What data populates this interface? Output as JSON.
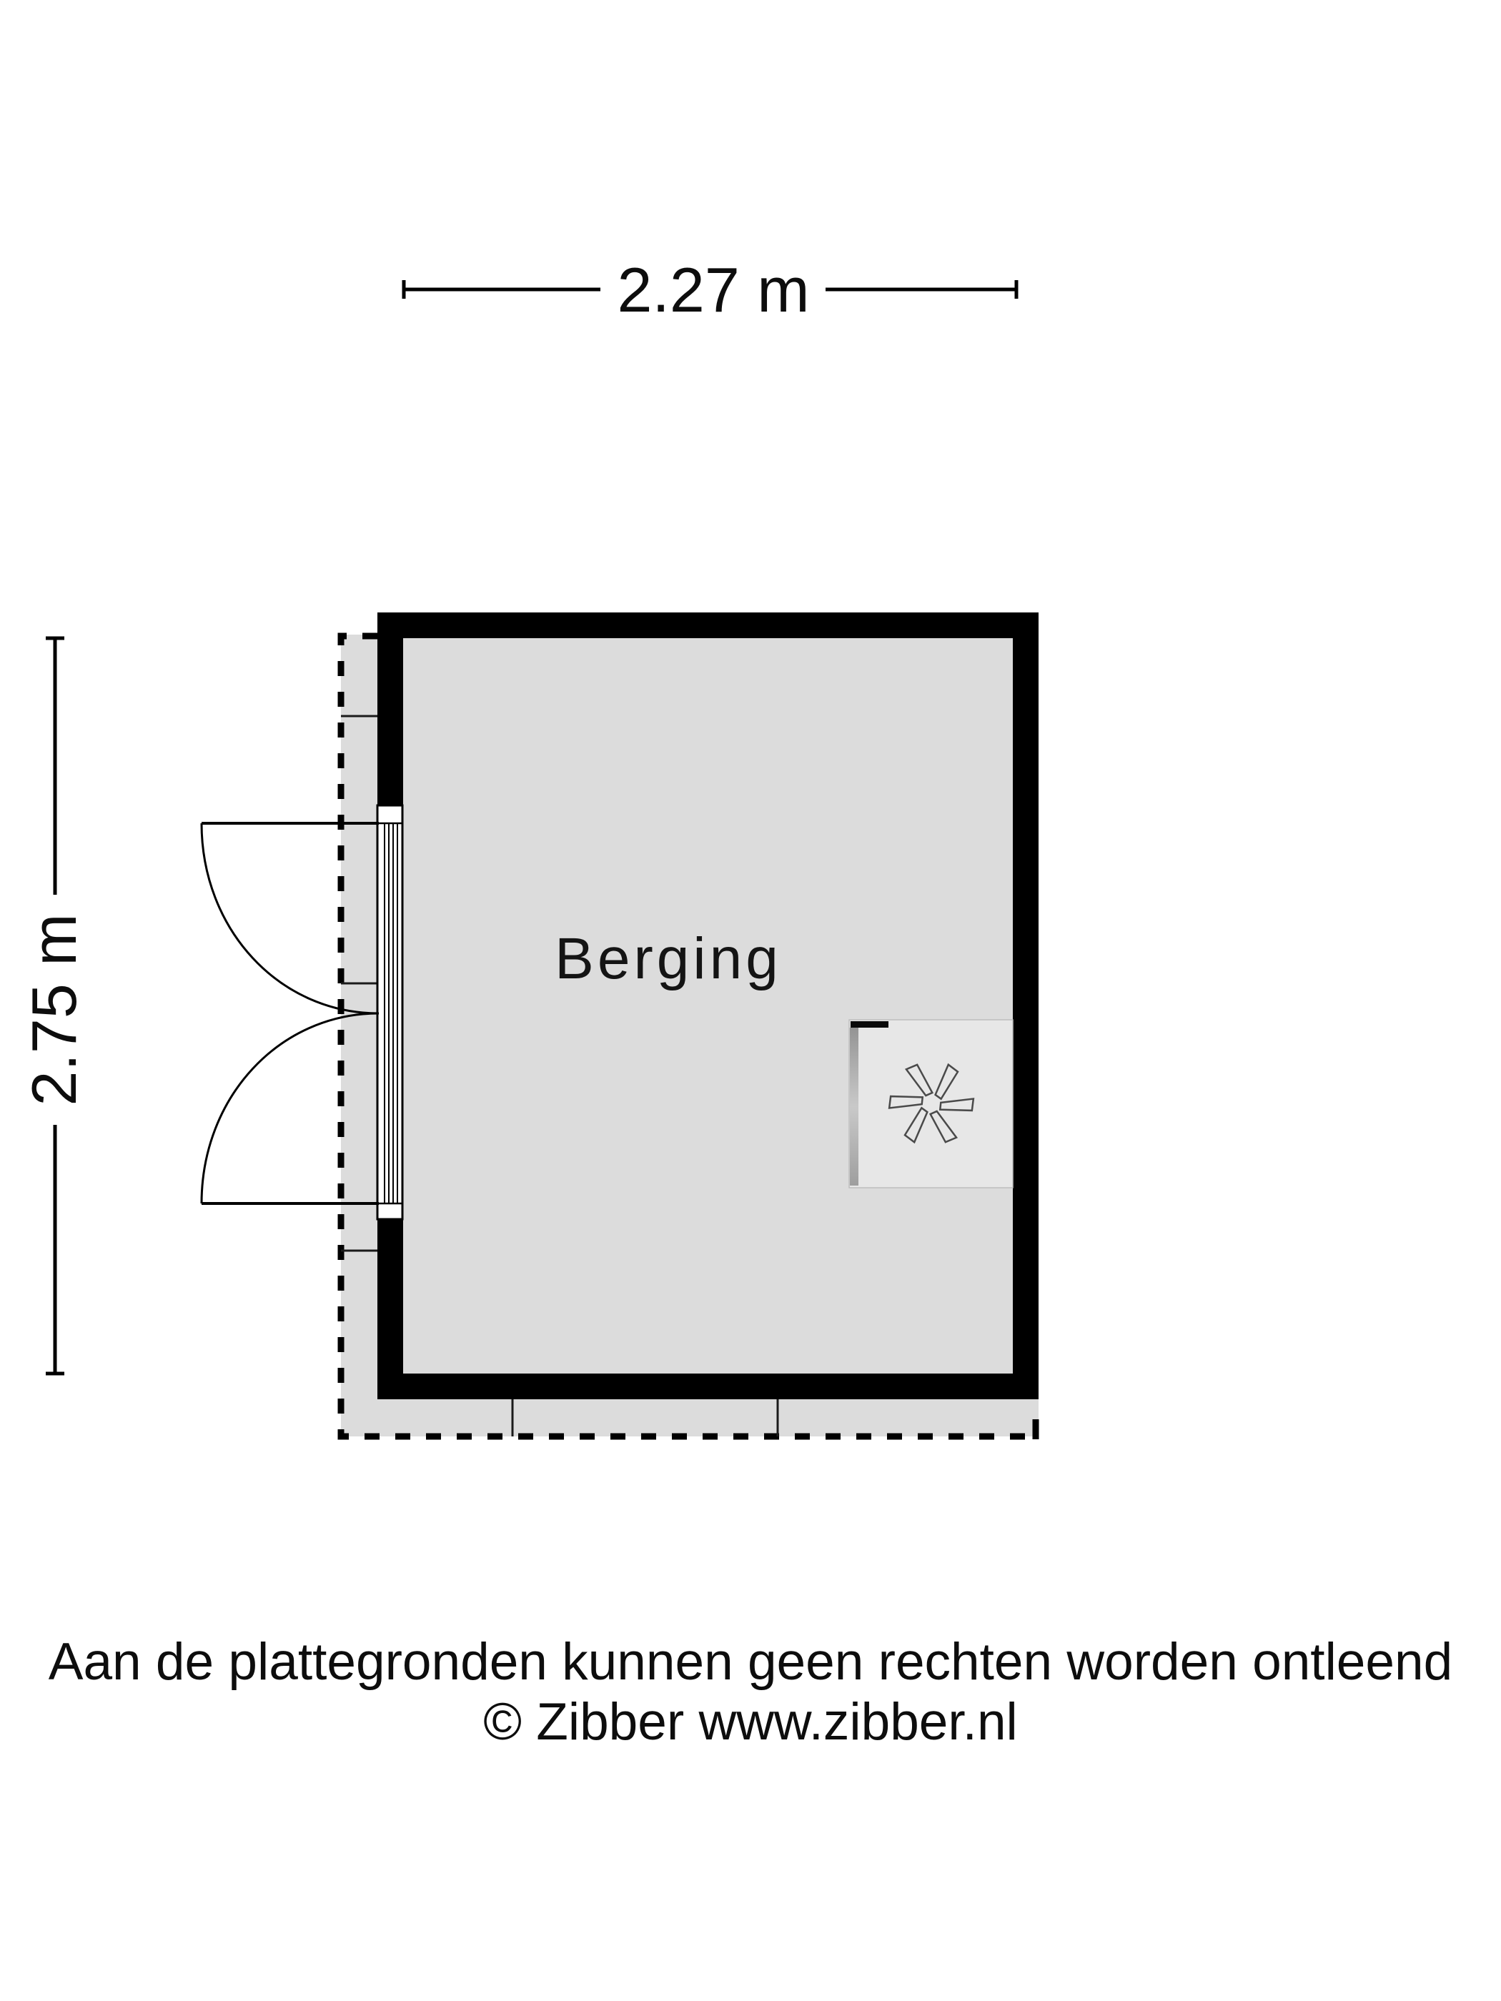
{
  "floorplan": {
    "room_label": "Berging",
    "width_dimension_label": "2.27 m",
    "height_dimension_label": "2.75 m"
  },
  "footer": {
    "disclaimer": "Aan de plattegronden kunnen geen rechten worden ontleend",
    "copyright": "© Zibber www.zibber.nl"
  },
  "colors": {
    "background": "#ffffff",
    "floor": "#dcdcdc",
    "wall": "#000000",
    "line": "#000000",
    "unit_fill": "#e7e7e7",
    "unit_border": "#bdbdbd",
    "unit_bar": "#b3b3b3",
    "fan_stroke": "#4a4a4a"
  }
}
